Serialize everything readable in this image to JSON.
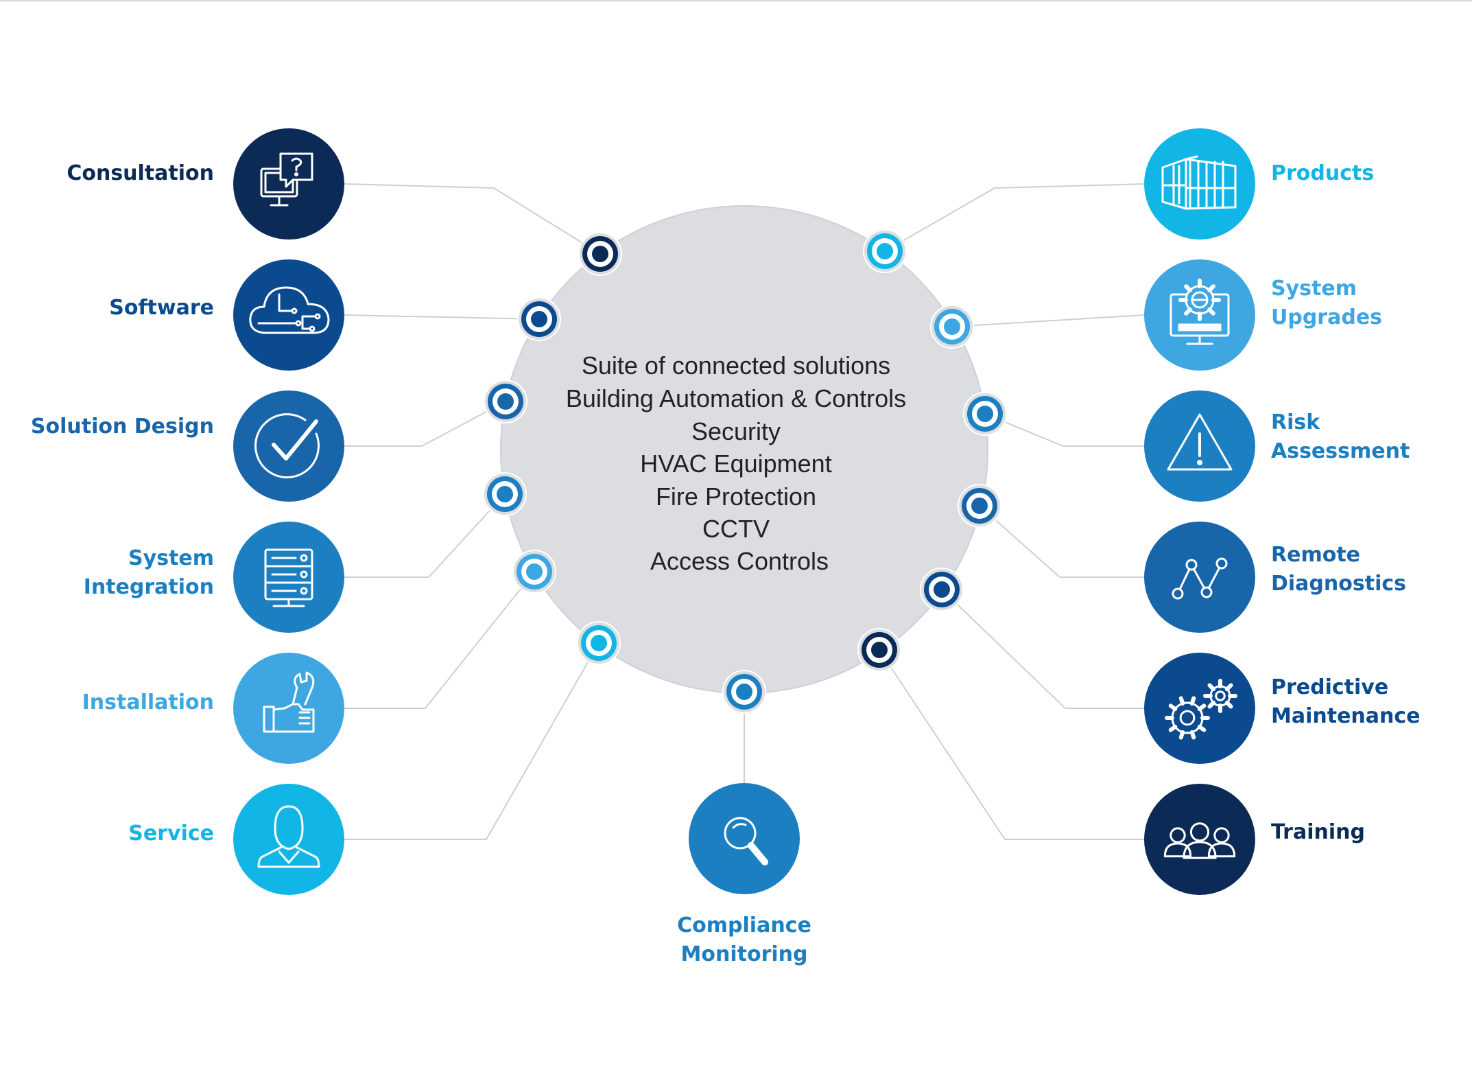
{
  "center": {
    "lines": [
      "Suite of connected solutions",
      "Building Automation & Controls",
      "Security",
      "HVAC Equipment",
      "Fire Protection",
      "CCTV",
      "Access Controls"
    ]
  },
  "colors": {
    "navy": "#0b2a56",
    "dark_blue": "#0c4a8f",
    "mid_blue": "#1865a9",
    "blue": "#1b7fc1",
    "light_blue": "#3ea7e2",
    "cyan": "#12b6e6",
    "center_fill": "#dcdde1",
    "line": "#cfcfcf"
  },
  "nodes": [
    {
      "id": "consultation",
      "lines": [
        "Consultation"
      ],
      "icon": "question-monitor-icon",
      "color": "navy"
    },
    {
      "id": "software",
      "lines": [
        "Software"
      ],
      "icon": "cloud-circuit-icon",
      "color": "dark_blue"
    },
    {
      "id": "solution-design",
      "lines": [
        "Solution Design"
      ],
      "icon": "checkmark-circle-icon",
      "color": "mid_blue"
    },
    {
      "id": "system-integration",
      "lines": [
        "System",
        "Integration"
      ],
      "icon": "server-rack-icon",
      "color": "blue"
    },
    {
      "id": "installation",
      "lines": [
        "Installation"
      ],
      "icon": "wrench-hand-icon",
      "color": "light_blue"
    },
    {
      "id": "service",
      "lines": [
        "Service"
      ],
      "icon": "person-icon",
      "color": "cyan"
    },
    {
      "id": "products",
      "lines": [
        "Products"
      ],
      "icon": "building-icon",
      "color": "cyan"
    },
    {
      "id": "system-upgrades",
      "lines": [
        "System",
        "Upgrades"
      ],
      "icon": "gear-monitor-icon",
      "color": "light_blue"
    },
    {
      "id": "risk-assessment",
      "lines": [
        "Risk",
        "Assessment"
      ],
      "icon": "warning-triangle-icon",
      "color": "blue"
    },
    {
      "id": "remote-diagnostics",
      "lines": [
        "Remote",
        "Diagnostics"
      ],
      "icon": "line-graph-icon",
      "color": "mid_blue"
    },
    {
      "id": "predictive-maintenance",
      "lines": [
        "Predictive",
        "Maintenance"
      ],
      "icon": "gears-icon",
      "color": "dark_blue"
    },
    {
      "id": "training",
      "lines": [
        "Training"
      ],
      "icon": "people-group-icon",
      "color": "navy"
    },
    {
      "id": "compliance-monitoring",
      "lines": [
        "Compliance",
        "Monitoring"
      ],
      "icon": "magnifier-icon",
      "color": "blue"
    }
  ]
}
